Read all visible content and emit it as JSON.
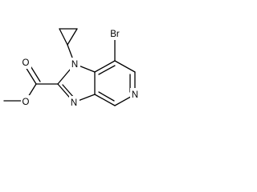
{
  "molecule": {
    "atoms": {
      "bromine": "Br",
      "n1": "N",
      "n3": "N",
      "n_pyridine": "N",
      "carbonyl_o": "O",
      "ester_o": "O"
    }
  }
}
